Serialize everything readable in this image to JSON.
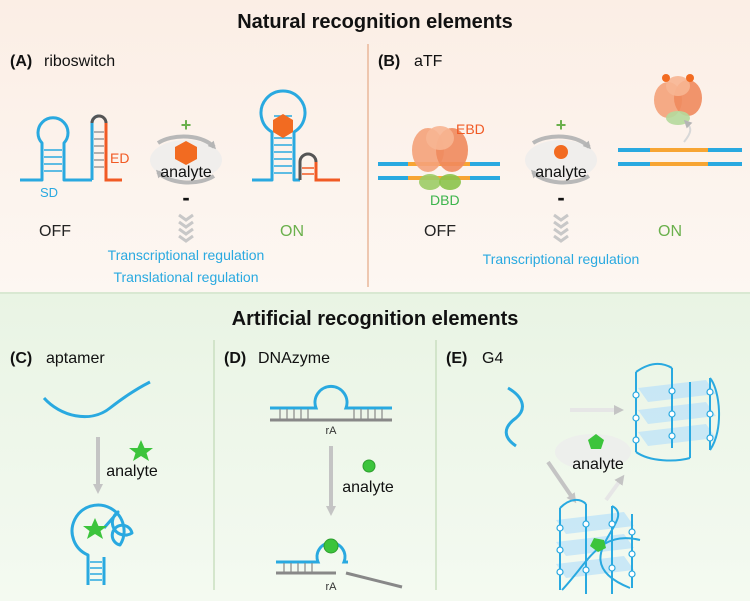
{
  "natural": {
    "title": "Natural recognition elements",
    "riboswitch": {
      "label": "(A)",
      "name": "riboswitch",
      "sd": "SD",
      "ed": "ED",
      "plus": "+",
      "minus": "-",
      "analyte": "analyte",
      "off": "OFF",
      "on": "ON",
      "reg1": "Transcriptional regulation",
      "reg2": "Translational regulation"
    },
    "atf": {
      "label": "(B)",
      "name": "aTF",
      "ebd": "EBD",
      "dbd": "DBD",
      "plus": "+",
      "minus": "-",
      "analyte": "analyte",
      "off": "OFF",
      "on": "ON",
      "reg": "Transcriptional regulation"
    }
  },
  "artificial": {
    "title": "Artificial recognition elements",
    "aptamer": {
      "label": "(C)",
      "name": "aptamer",
      "analyte": "analyte"
    },
    "dnazyme": {
      "label": "(D)",
      "name": "DNAzyme",
      "ra1": "rA",
      "ra2": "rA",
      "analyte": "analyte"
    },
    "g4": {
      "label": "(E)",
      "name": "G4",
      "analyte": "analyte"
    }
  },
  "colors": {
    "rna_blue": "#29a9e0",
    "orange": "#f15a24",
    "green": "#3cb44b",
    "bg_top": "#fdf4ee",
    "bg_bottom": "#eef6ea",
    "gray": "#9a9a9a"
  }
}
